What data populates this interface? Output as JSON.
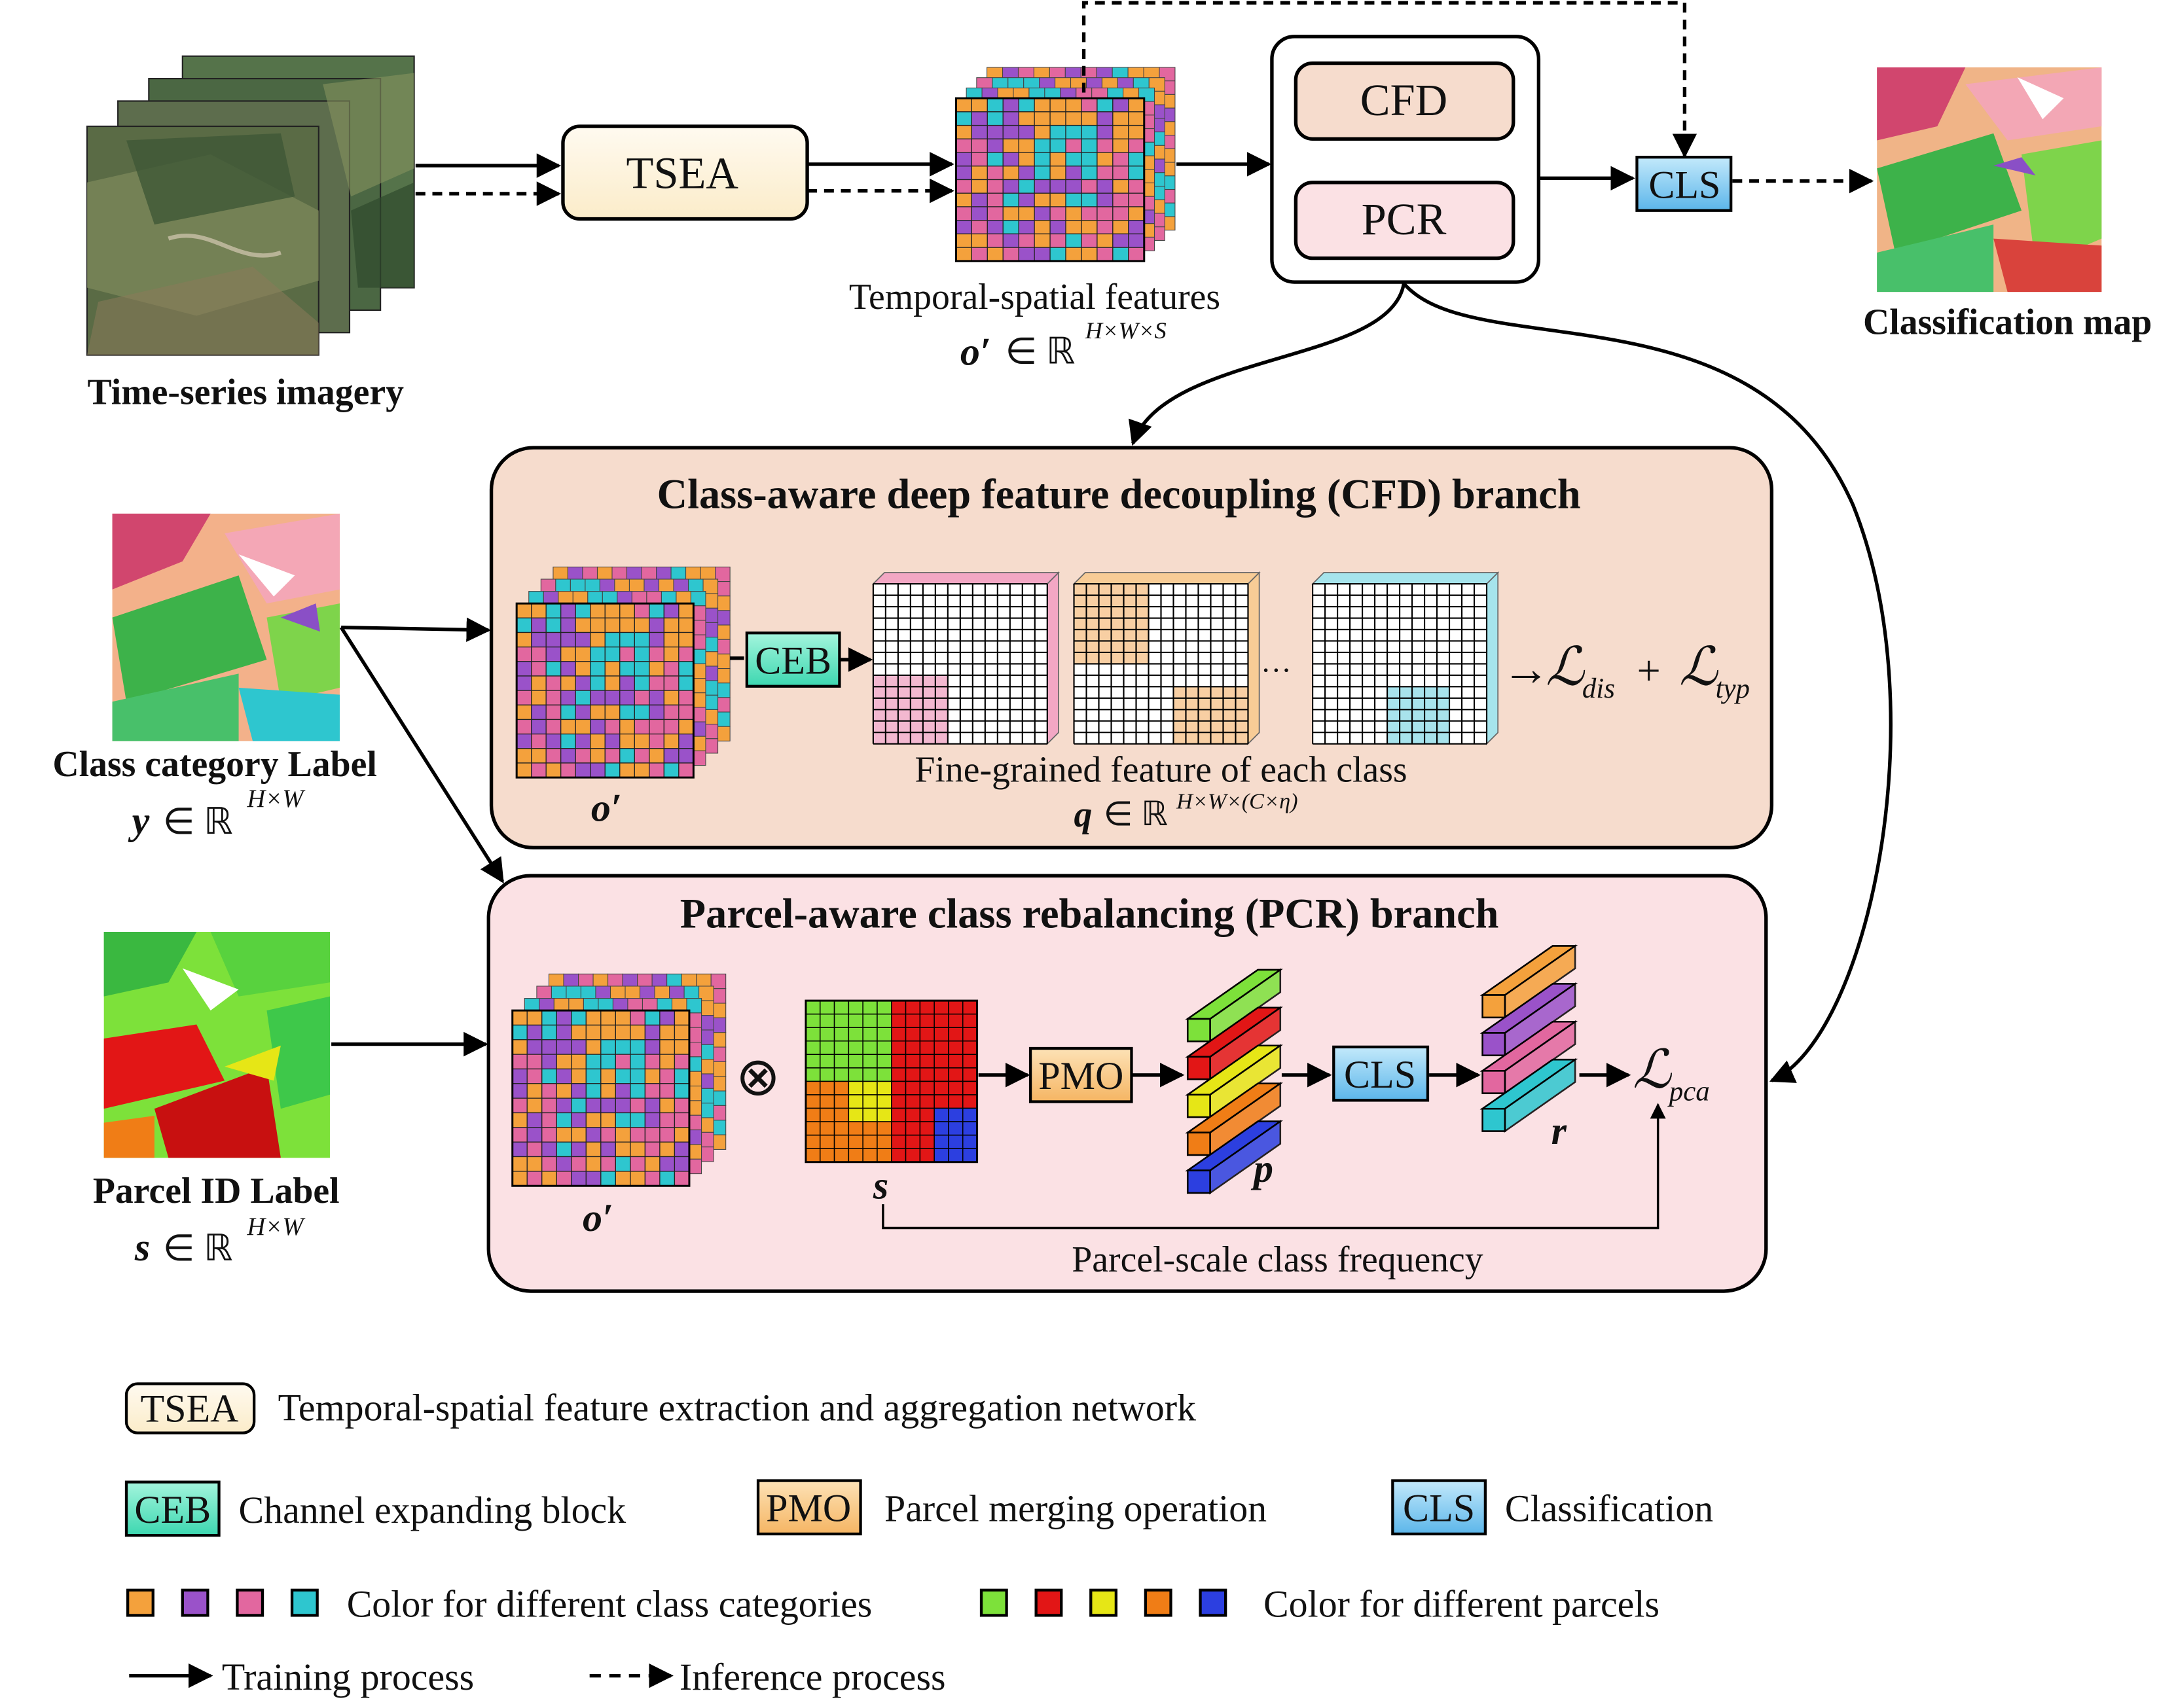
{
  "top": {
    "input_label": "Time-series imagery",
    "tsea": "TSEA",
    "features_caption": "Temporal-spatial features",
    "features_symbol": "o′",
    "features_space": "∈ ℝ",
    "features_dims": "H×W×S",
    "cfd": "CFD",
    "pcr": "PCR",
    "cls": "CLS",
    "output_label": "Classification map"
  },
  "left": {
    "class_label_title": "Class category Label",
    "class_label_symbol": "y",
    "class_label_space": "∈ ℝ",
    "class_label_dims": "H×W",
    "parcel_label_title": "Parcel ID Label",
    "parcel_label_symbol": "s",
    "parcel_label_space": "∈ ℝ",
    "parcel_label_dims": "H×W"
  },
  "cfd_branch": {
    "title": "Class-aware deep feature decoupling (CFD) branch",
    "ceb": "CEB",
    "ellipsis": "···",
    "cube_label": "o′",
    "arrow_symbol": "→",
    "loss_dis_L": "ℒ",
    "loss_dis_sub": "dis",
    "plus": "+",
    "loss_typ_L": "ℒ",
    "loss_typ_sub": "typ",
    "fine_caption": "Fine-grained feature of each class",
    "q_symbol": "q",
    "q_space": "∈ ℝ",
    "q_dims": "H×W×(C×η)"
  },
  "pcr_branch": {
    "title": "Parcel-aware class rebalancing (PCR) branch",
    "cube_label": "o′",
    "otimes": "⊗",
    "s_label": "s",
    "pmo": "PMO",
    "cls": "CLS",
    "p_label": "p",
    "r_label": "r",
    "loss_L": "ℒ",
    "loss_sub": "pca",
    "frequency_caption": "Parcel-scale class frequency"
  },
  "legend": {
    "tsea_key": "TSEA",
    "tsea_desc": "Temporal-spatial feature extraction and aggregation network",
    "ceb_key": "CEB",
    "ceb_desc": "Channel expanding block",
    "pmo_key": "PMO",
    "pmo_desc": "Parcel merging operation",
    "cls_key": "CLS",
    "cls_desc": "Classification",
    "class_colors_desc": "Color for different class categories",
    "parcel_colors_desc": "Color for different parcels",
    "training_desc": "Training process",
    "inference_desc": "Inference process"
  },
  "colors": {
    "class_categories": [
      "#f4a13c",
      "#9a52c9",
      "#e2679f",
      "#2ec6cf"
    ],
    "parcels": [
      "#7de13a",
      "#e21616",
      "#e6e616",
      "#f07d16",
      "#2c3fe0"
    ],
    "tsea_fill": "#fdf3dc",
    "ceb_fill": "#58e6c2",
    "pmo_fill": "#fac98a",
    "cls_fill": "#7fc8f0",
    "cfd_panel": "#f6dccd",
    "pcr_panel": "#fbe1e4"
  }
}
